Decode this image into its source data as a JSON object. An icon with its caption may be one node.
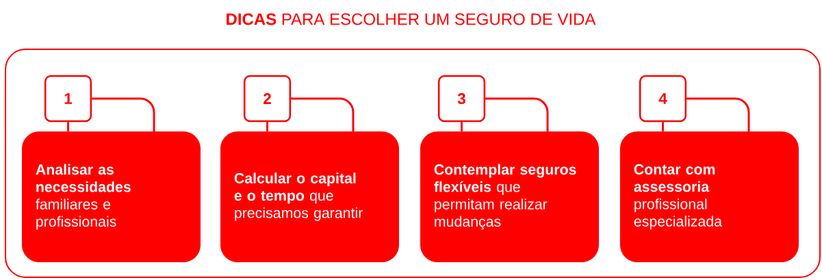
{
  "diagram": {
    "title": "**DICAS** PARA ESCOLHER UM SEGURO DE VIDA",
    "nodes": [
      {
        "text": [
          "1"
        ]
      },
      {
        "text": [
          "**Analisar as necessidades** familiares e profissionais"
        ]
      },
      {
        "text": [
          "2"
        ]
      },
      {
        "text": [
          "**Calcular o capital e o tempo** que precisamos garantir"
        ]
      },
      {
        "text": [
          "3"
        ]
      },
      {
        "text": [
          "**Contemplar seguros flexíveis** que permitam realizar mudanças"
        ]
      },
      {
        "text": [
          "4"
        ]
      },
      {
        "text": [
          "**Contar com assessoria** profissional especializada"
        ]
      }
    ],
    "edges": [
      {
        "from": 0,
        "to": 1,
        "arrow": "none"
      },
      {
        "from": 0,
        "to": 1,
        "arrow": "none"
      },
      {
        "from": 2,
        "to": 3,
        "arrow": "none"
      },
      {
        "from": 2,
        "to": 3,
        "arrow": "none"
      },
      {
        "from": 4,
        "to": 5,
        "arrow": "none"
      },
      {
        "from": 4,
        "to": 5,
        "arrow": "none"
      },
      {
        "from": 6,
        "to": 7,
        "arrow": "none"
      },
      {
        "from": 6,
        "to": 7,
        "arrow": "none"
      }
    ]
  }
}
